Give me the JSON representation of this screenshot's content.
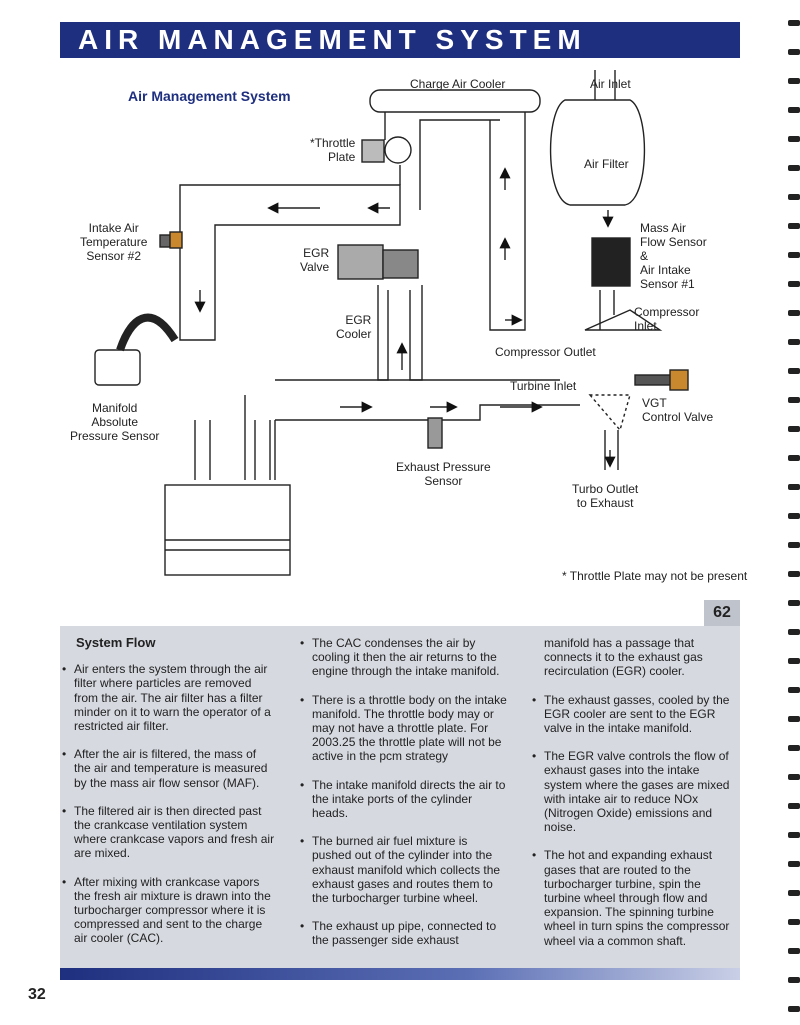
{
  "header": {
    "title": "AIR MANAGEMENT SYSTEM"
  },
  "diagram": {
    "subtitle": "Air Management System",
    "labels": {
      "charge_air_cooler": "Charge Air Cooler",
      "air_inlet": "Air Inlet",
      "throttle_plate": "*Throttle\nPlate",
      "air_filter": "Air Filter",
      "intake_air_temp": "Intake Air\nTemperature\nSensor #2",
      "egr_valve": "EGR\nValve",
      "mass_air_flow": "Mass Air\nFlow Sensor\n&\nAir Intake\nSensor #1",
      "egr_cooler": "EGR\nCooler",
      "compressor_inlet": "Compressor\nInlet",
      "compressor_outlet": "Compressor Outlet",
      "turbine_inlet": "Turbine Inlet",
      "vgt": "VGT\nControl Valve",
      "map_sensor": "Manifold\nAbsolute\nPressure Sensor",
      "exhaust_pressure": "Exhaust Pressure\nSensor",
      "turbo_outlet": "Turbo Outlet\nto Exhaust"
    },
    "footnote": "* Throttle Plate may not be present"
  },
  "page_tab": "62",
  "system_flow": {
    "heading": "System Flow",
    "col1": [
      "Air enters the system through the air filter where particles are removed from the air. The air filter has a filter minder on it to warn the operator of a restricted air filter.",
      "After the air is filtered, the mass of the air and temperature is measured by the mass air flow sensor (MAF).",
      "The filtered air is then directed past the crankcase ventilation system where crankcase vapors and fresh air are mixed.",
      "After mixing with crankcase vapors the fresh air mixture is drawn into the turbocharger compressor where it is compressed and sent to the charge air cooler (CAC)."
    ],
    "col2": [
      "The CAC condenses the air by cooling it then the air returns to the engine through the intake manifold.",
      "There is a throttle body on the intake manifold. The throttle body may or may not have a throttle plate. For 2003.25 the throttle plate will not be active in the pcm strategy",
      "The intake manifold directs the air to the intake ports of the cylinder heads.",
      "The burned air fuel mixture is pushed out of the cylinder into the exhaust manifold which collects the exhaust gases and routes them to the turbocharger turbine wheel.",
      "The exhaust up pipe, connected to the passenger side exhaust"
    ],
    "col3_cont": "manifold has a passage that connects it to the exhaust gas recirculation (EGR) cooler.",
    "col3": [
      "The exhaust gasses, cooled by the EGR cooler are sent to the EGR valve in the intake manifold.",
      "The EGR valve controls the flow of exhaust gases into the intake system where the gases are mixed with intake air to reduce NOx (Nitrogen Oxide) emissions and noise.",
      "The hot and expanding exhaust gases that are routed to the turbocharger turbine, spin the turbine wheel through flow and expansion. The spinning turbine wheel in turn spins the compressor wheel via a common shaft."
    ]
  },
  "page_number": "32"
}
